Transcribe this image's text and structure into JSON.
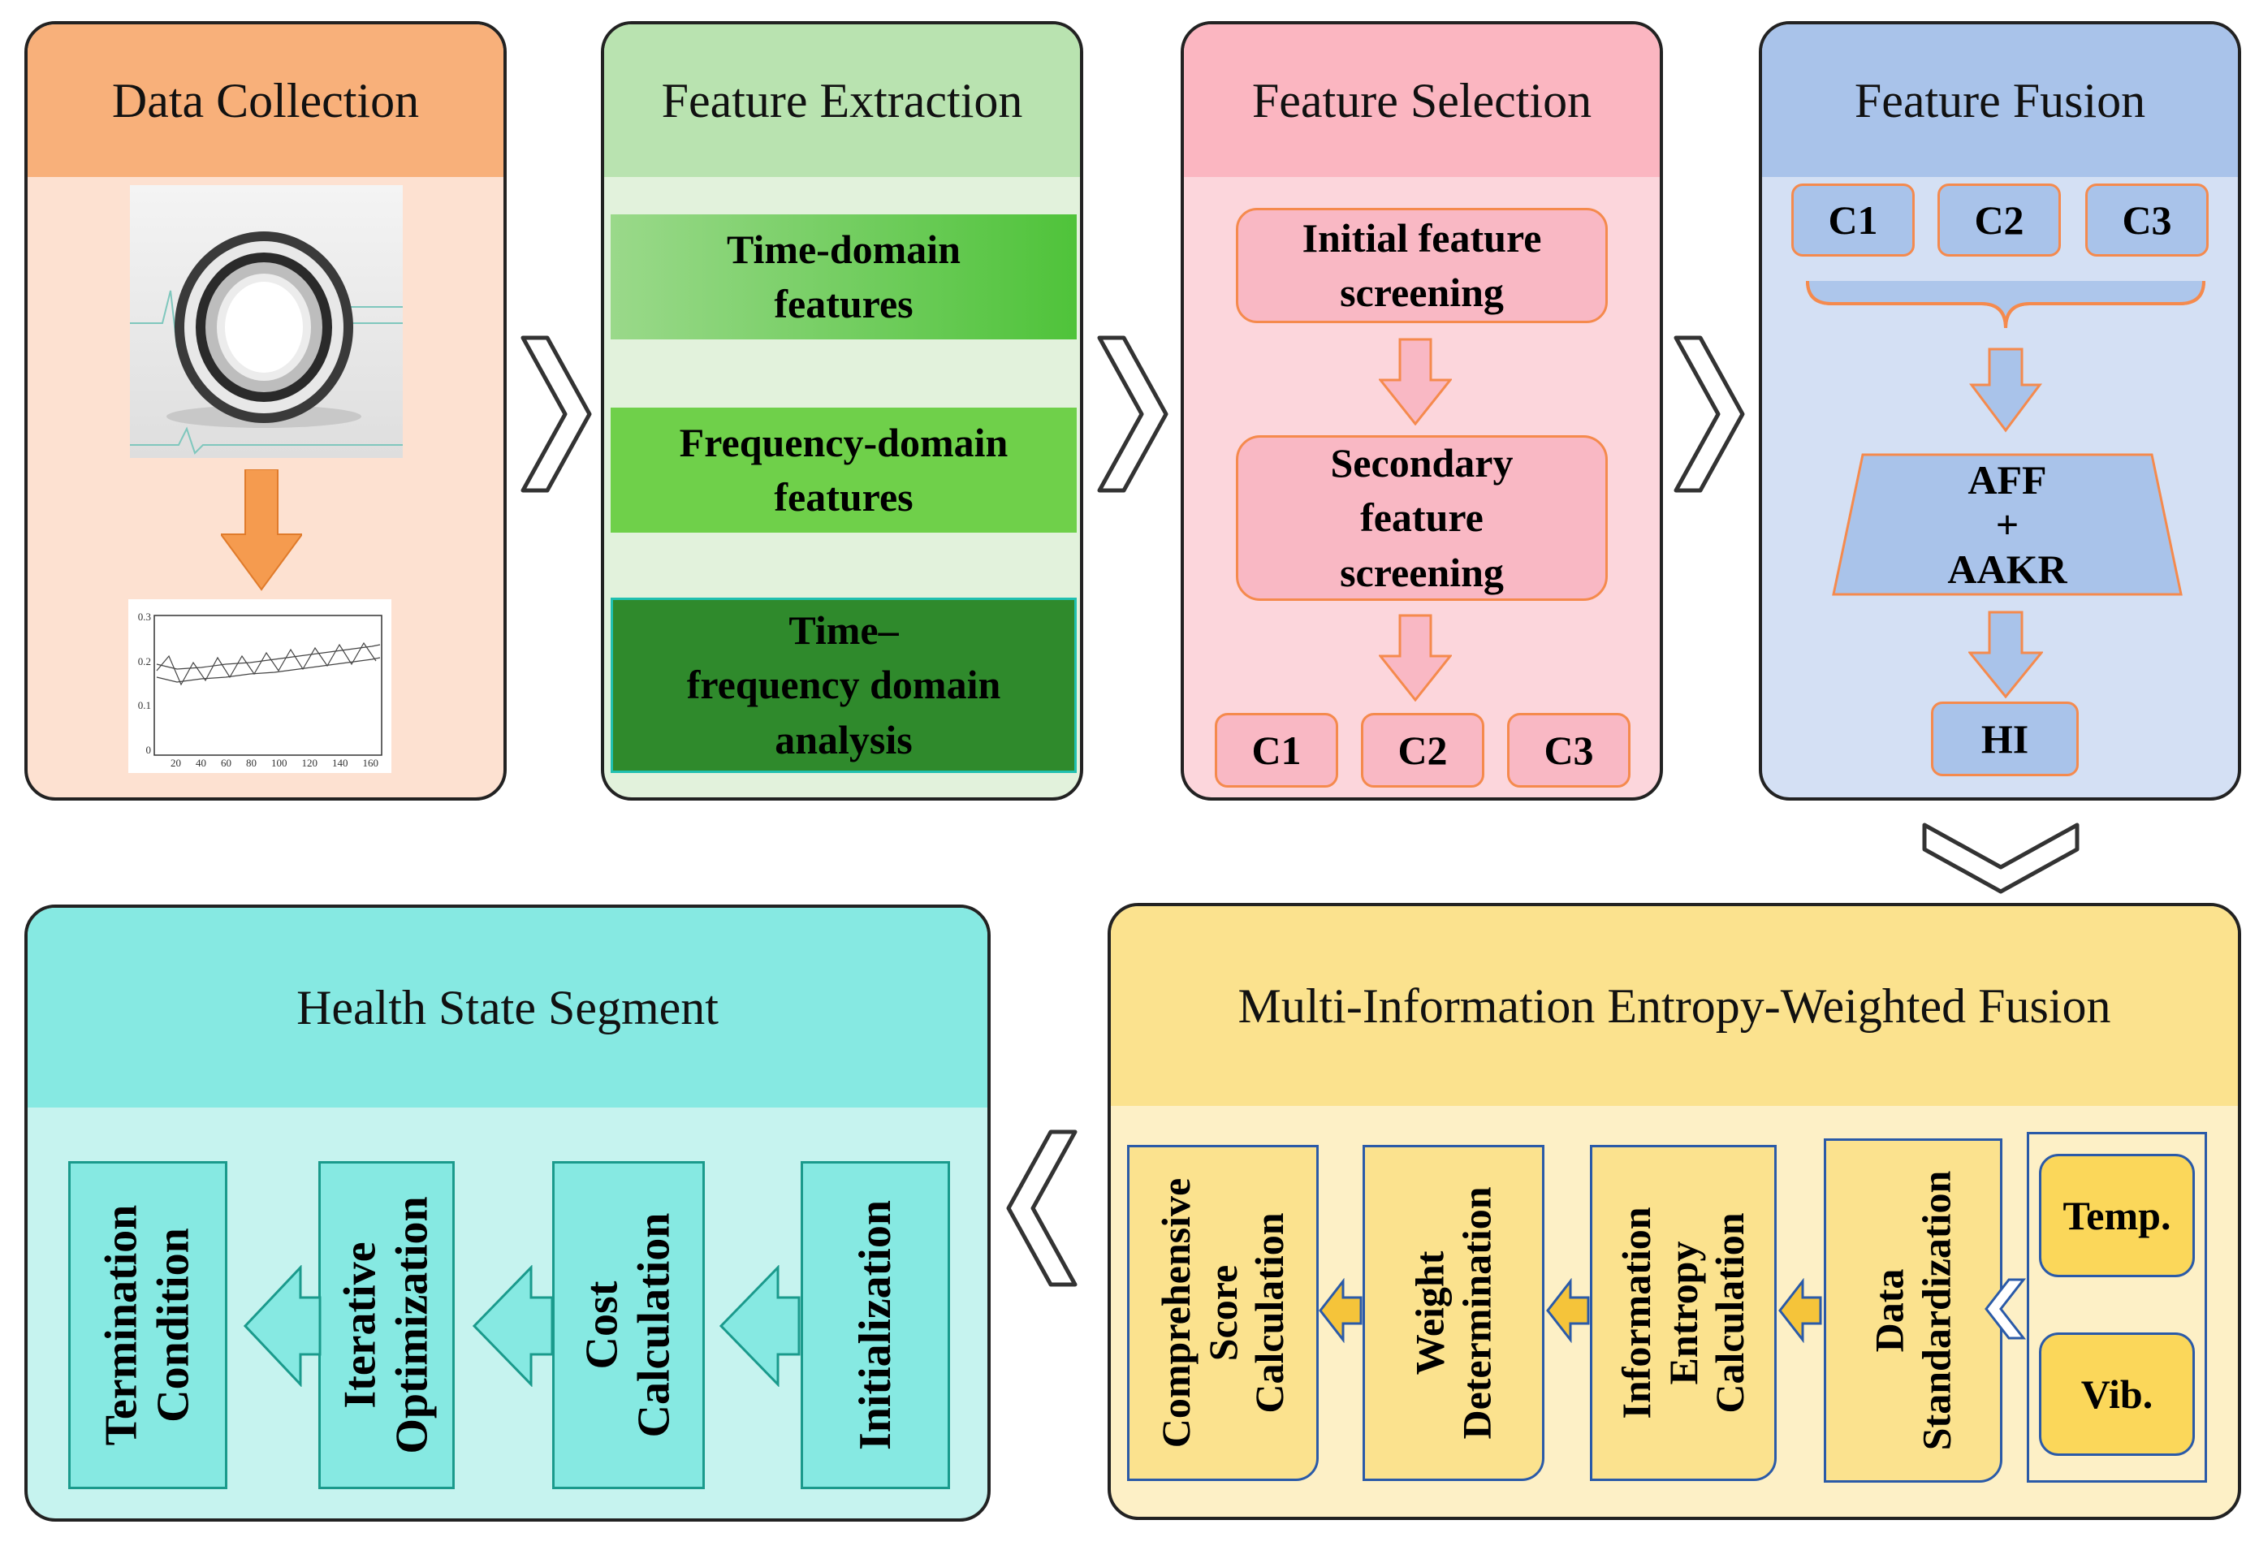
{
  "panels": {
    "data_collection": {
      "title": "Data Collection",
      "chart_ticks_y": [
        "0.3",
        "0.2",
        "0.1",
        "0"
      ],
      "chart_ticks_x": [
        "20",
        "40",
        "60",
        "80",
        "100",
        "120",
        "140",
        "160"
      ]
    },
    "feature_extraction": {
      "title": "Feature Extraction",
      "boxes": [
        "Time-domain\nfeatures",
        "Frequency-domain\nfeatures",
        "Time–\nfrequency domain\nanalysis"
      ]
    },
    "feature_selection": {
      "title": "Feature Selection",
      "initial": "Initial feature\nscreening",
      "secondary": "Secondary\nfeature\nscreening",
      "c1": "C1",
      "c2": "C2",
      "c3": "C3"
    },
    "feature_fusion": {
      "title": "Feature Fusion",
      "c1": "C1",
      "c2": "C2",
      "c3": "C3",
      "aff": "AFF\n+\nAAKR",
      "hi": "HI"
    },
    "entropy_fusion": {
      "title": "Multi-Information Entropy-Weighted Fusion",
      "steps": [
        "Comprehensive\nScore\nCalculation",
        "Weight\nDetermination",
        "Information\nEntropy\nCalculation",
        "Data\nStandardization"
      ],
      "temp": "Temp.",
      "vib": "Vib."
    },
    "health_state": {
      "title": "Health State Segment",
      "steps": [
        "Termination\nCondition",
        "Iterative\nOptimization",
        "Cost\nCalculation",
        "Initialization"
      ]
    }
  },
  "colors": {
    "orange_header": "#f8b07a",
    "orange_body": "#fde1d1",
    "green_header": "#b9e3b0",
    "green_body": "#e2f2dc",
    "pink_header": "#fbb6c1",
    "pink_body": "#fcd6dc",
    "blue_header": "#a9c3ea",
    "blue_body": "#d4e0f4",
    "yellow_header": "#fbe28e",
    "yellow_body": "#fdf0c6",
    "cyan_header": "#86e9e2",
    "cyan_body": "#c6f3ef"
  }
}
